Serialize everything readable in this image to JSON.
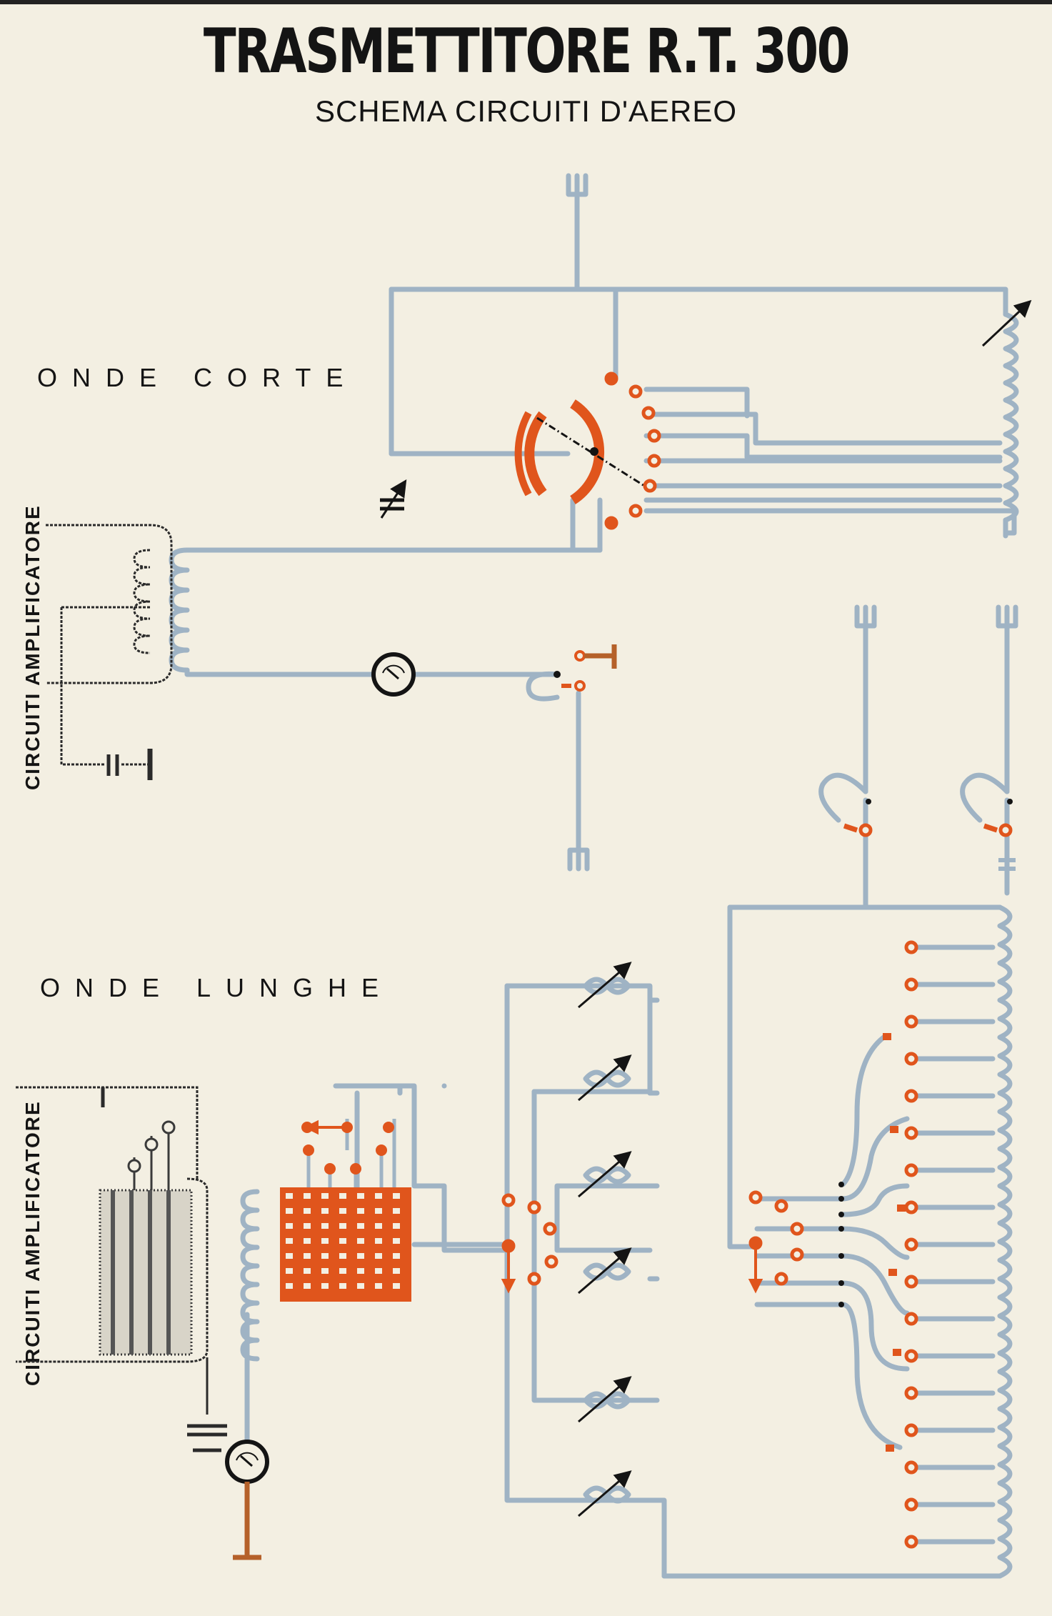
{
  "title": "TRASMETTITORE R.T. 300",
  "subtitle": "SCHEMA CIRCUITI D'AEREO",
  "sections": {
    "short_wave": "ONDE CORTE",
    "long_wave": "ONDE LUNGHE"
  },
  "side_labels": {
    "top": "CIRCUITI AMPLIFICATORE",
    "bottom": "CIRCUITI AMPLIFICATORE"
  },
  "colors": {
    "paper": "#f3efe2",
    "wire": "#9fb3c4",
    "contact": "#e0551c",
    "ground": "#b5612a",
    "ink": "#141414"
  }
}
